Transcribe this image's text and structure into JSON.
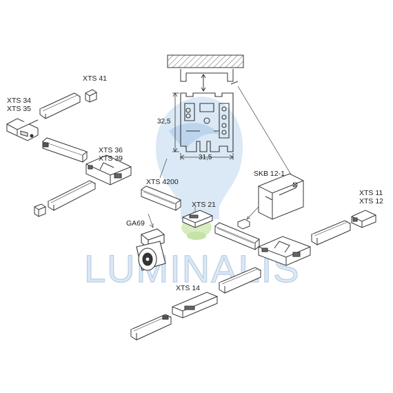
{
  "watermark": {
    "text": "LUMINALIS",
    "fill": "#dce8f4",
    "stroke": "#b7cde4"
  },
  "colors": {
    "line": "#333333",
    "bulb_glow": "#cfe2f3",
    "bulb_base": "#d8ecc0"
  },
  "labels": {
    "xts41": "XTS 41",
    "xts34": "XTS 34",
    "xts35": "XTS 35",
    "xts36": "XTS 36",
    "xts39": "XTS 39",
    "xts4200": "XTS 4200",
    "xts21": "XTS 21",
    "ga69": "GA69",
    "skb121": "SKB 12-1",
    "xts11": "XTS 11",
    "xts12": "XTS 12",
    "xts14": "XTS 14"
  },
  "dimensions": {
    "height": "32,5",
    "width": "31,5"
  }
}
